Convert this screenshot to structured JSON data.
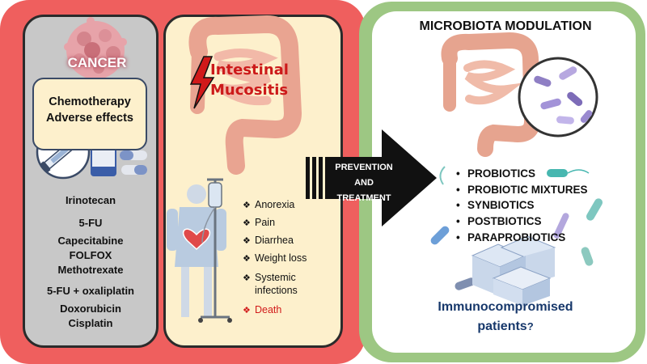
{
  "left_panel": {
    "cancer_label": "CANCER",
    "chemo_box": {
      "line1": "Chemotherapy",
      "line2": "Adverse effects"
    },
    "drugs": [
      "Irinotecan",
      "5-FU",
      "Capecitabine",
      "FOLFOX",
      "Methotrexate",
      "5-FU + oxaliplatin",
      "Doxorubicin",
      "Cisplatin"
    ]
  },
  "middle_panel": {
    "title_line1": "Intestinal",
    "title_line2": "Mucositis",
    "symptoms": [
      "Anorexia",
      "Pain",
      "Diarrhea",
      "Weight loss",
      "Systemic",
      "infections",
      "Death"
    ],
    "bullet_symbol": "❖"
  },
  "arrow": {
    "line1": "PREVENTION",
    "line2": "AND",
    "line3": "TREATMENT"
  },
  "right_panel": {
    "title": "MICROBIOTA MODULATION",
    "items": [
      "PROBIOTICS",
      "PROBIOTIC MIXTURES",
      "SYNBIOTICS",
      "POSTBIOTICS",
      "PARAPROBIOTICS"
    ],
    "bullet_symbol": "•",
    "footer_line1": "Immunocompromised",
    "footer_line2": "patients",
    "footer_mark": "?"
  },
  "colors": {
    "red_panel": "#ef5f5e",
    "gray_panel": "#c8c8c8",
    "cream_panel": "#fdf0cc",
    "green_border": "#9dc783",
    "title_red": "#cc1a1a",
    "footer_navy": "#17386b"
  }
}
